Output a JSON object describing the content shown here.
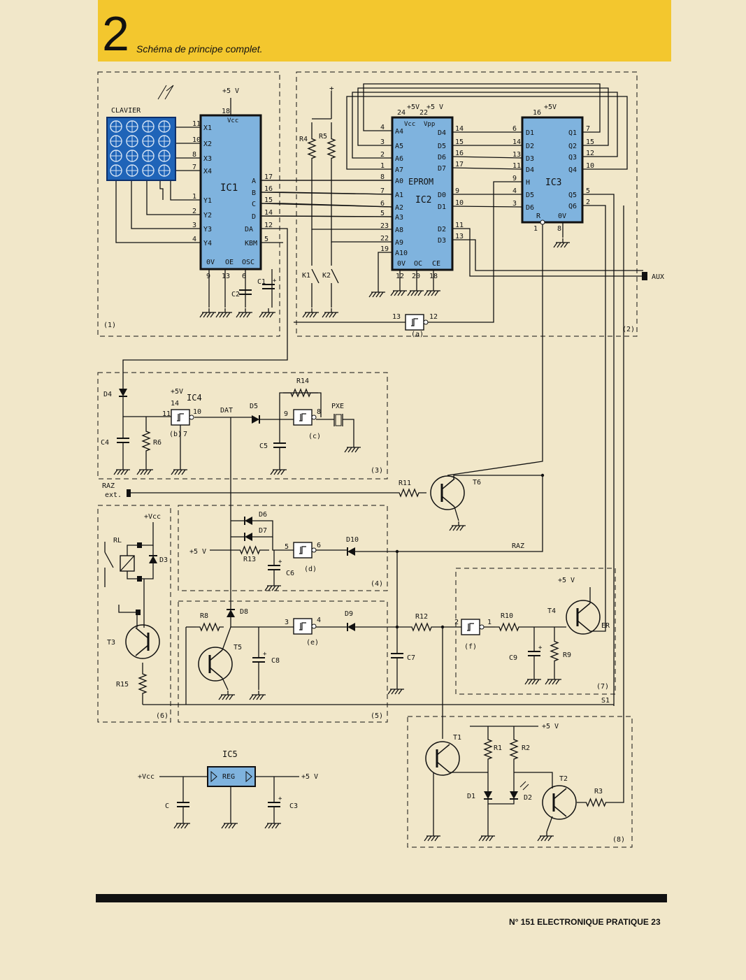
{
  "figure": {
    "number": "2",
    "caption": "Schéma de principe complet."
  },
  "footer": {
    "text": "N° 151 ELECTRONIQUE PRATIQUE 23"
  },
  "colors": {
    "banner": "#f3c72e",
    "ic_fill": "#7fb3de",
    "keypad": "#1f64b8",
    "paper": "#f1e7c9",
    "ink": "#111111"
  },
  "labels": {
    "clavier": "CLAVIER",
    "ic1": "IC1",
    "ic2": "IC2",
    "eprom": "EPROM",
    "ic3": "IC3",
    "ic4": "IC4",
    "ic5": "IC5",
    "reg": "REG",
    "plus5v": "+5V",
    "plus5v_spaced": "+5 V",
    "plus": "+",
    "vcc": "Vcc",
    "vcc_plus": "+Vcc",
    "vpp": "Vpp",
    "aux": "AUX",
    "raz": "RAZ",
    "raz_ext_1": "RAZ",
    "raz_ext_2": "ext.",
    "dat": "DAT",
    "s1": "S1",
    "er": "ER",
    "pxe": "PXE",
    "rl": "RL",
    "ic1_left": [
      "X1",
      "X2",
      "X3",
      "X4",
      "Y1",
      "Y2",
      "Y3",
      "Y4"
    ],
    "ic1_left_pins": [
      "11",
      "10",
      "8",
      "7",
      "1",
      "2",
      "3",
      "4"
    ],
    "ic1_right": [
      "A",
      "B",
      "C",
      "D",
      "DA",
      "KBM"
    ],
    "ic1_right_pins": [
      "17",
      "16",
      "15",
      "14",
      "12",
      "5"
    ],
    "ic1_bottom": [
      "0V",
      "OE",
      "OSC"
    ],
    "ic1_bottom_pins": [
      "9",
      "13",
      "6"
    ],
    "ic2_left": [
      "A4",
      "A5",
      "A6",
      "A7",
      "A0",
      "A1",
      "A2",
      "A3",
      "A8",
      "A9",
      "A10"
    ],
    "ic2_left_pins": [
      "4",
      "3",
      "2",
      "1",
      "8",
      "7",
      "6",
      "5",
      "23",
      "22",
      "19"
    ],
    "ic2_right": [
      "D4",
      "D5",
      "D6",
      "D7",
      "D0",
      "D1",
      "D2",
      "D3"
    ],
    "ic2_right_pins": [
      "14",
      "15",
      "16",
      "17",
      "9",
      "10",
      "11",
      "13"
    ],
    "ic2_bottom": [
      "0V",
      "OC",
      "CE"
    ],
    "ic2_bottom_pins": [
      "12",
      "20",
      "18"
    ],
    "ic2_top_pins": [
      "24",
      "22"
    ],
    "ic3_left": [
      "D1",
      "D2",
      "D3",
      "D4",
      "H",
      "D5",
      "D6"
    ],
    "ic3_left_pins": [
      "6",
      "14",
      "13",
      "11",
      "9",
      "4",
      "3"
    ],
    "ic3_right": [
      "Q1",
      "Q2",
      "Q3",
      "Q4",
      "Q5",
      "Q6"
    ],
    "ic3_right_pins": [
      "7",
      "15",
      "12",
      "10",
      "5",
      "2"
    ],
    "ic3_bottom": [
      "R",
      "0V"
    ],
    "ic3_bottom_pins": [
      "1",
      "8"
    ],
    "ic3_top_pin": "16",
    "ic1_top_pin": "18",
    "gates": {
      "a": "(a)",
      "b": "(b)",
      "c": "(c)",
      "d": "(d)",
      "e": "(e)",
      "f": "(f)"
    },
    "gate_pins": {
      "a_in": "13",
      "a_out": "12",
      "b_in": "11",
      "b_out": "10",
      "b_vcc": "14",
      "b_gnd": "7",
      "c_in": "9",
      "c_out": "8",
      "d_in": "5",
      "d_out": "6",
      "e_in": "3",
      "e_out": "4",
      "f_in": "2",
      "f_out": "1"
    },
    "blocks": [
      "(1)",
      "(2)",
      "(3)",
      "(4)",
      "(5)",
      "(6)",
      "(7)",
      "(8)"
    ],
    "resistors": {
      "r1": "R1",
      "r2": "R2",
      "r3": "R3",
      "r4": "R4",
      "r5": "R5",
      "r6": "R6",
      "r8": "R8",
      "r9": "R9",
      "r10": "R10",
      "r11": "R11",
      "r12": "R12",
      "r13": "R13",
      "r14": "R14",
      "r15": "R15"
    },
    "capacitors": {
      "c": "C",
      "c1": "C1",
      "c2": "C2",
      "c3": "C3",
      "c4": "C4",
      "c5": "C5",
      "c6": "C6",
      "c7": "C7",
      "c8": "C8",
      "c9": "C9"
    },
    "diodes": {
      "d1": "D1",
      "d2": "D2",
      "d3": "D3",
      "d4": "D4",
      "d5": "D5",
      "d6": "D6",
      "d7": "D7",
      "d8": "D8",
      "d9": "D9",
      "d10": "D10"
    },
    "transistors": {
      "t1": "T1",
      "t2": "T2",
      "t3": "T3",
      "t4": "T4",
      "t5": "T5",
      "t6": "T6"
    },
    "switches": {
      "k1": "K1",
      "k2": "K2"
    }
  }
}
